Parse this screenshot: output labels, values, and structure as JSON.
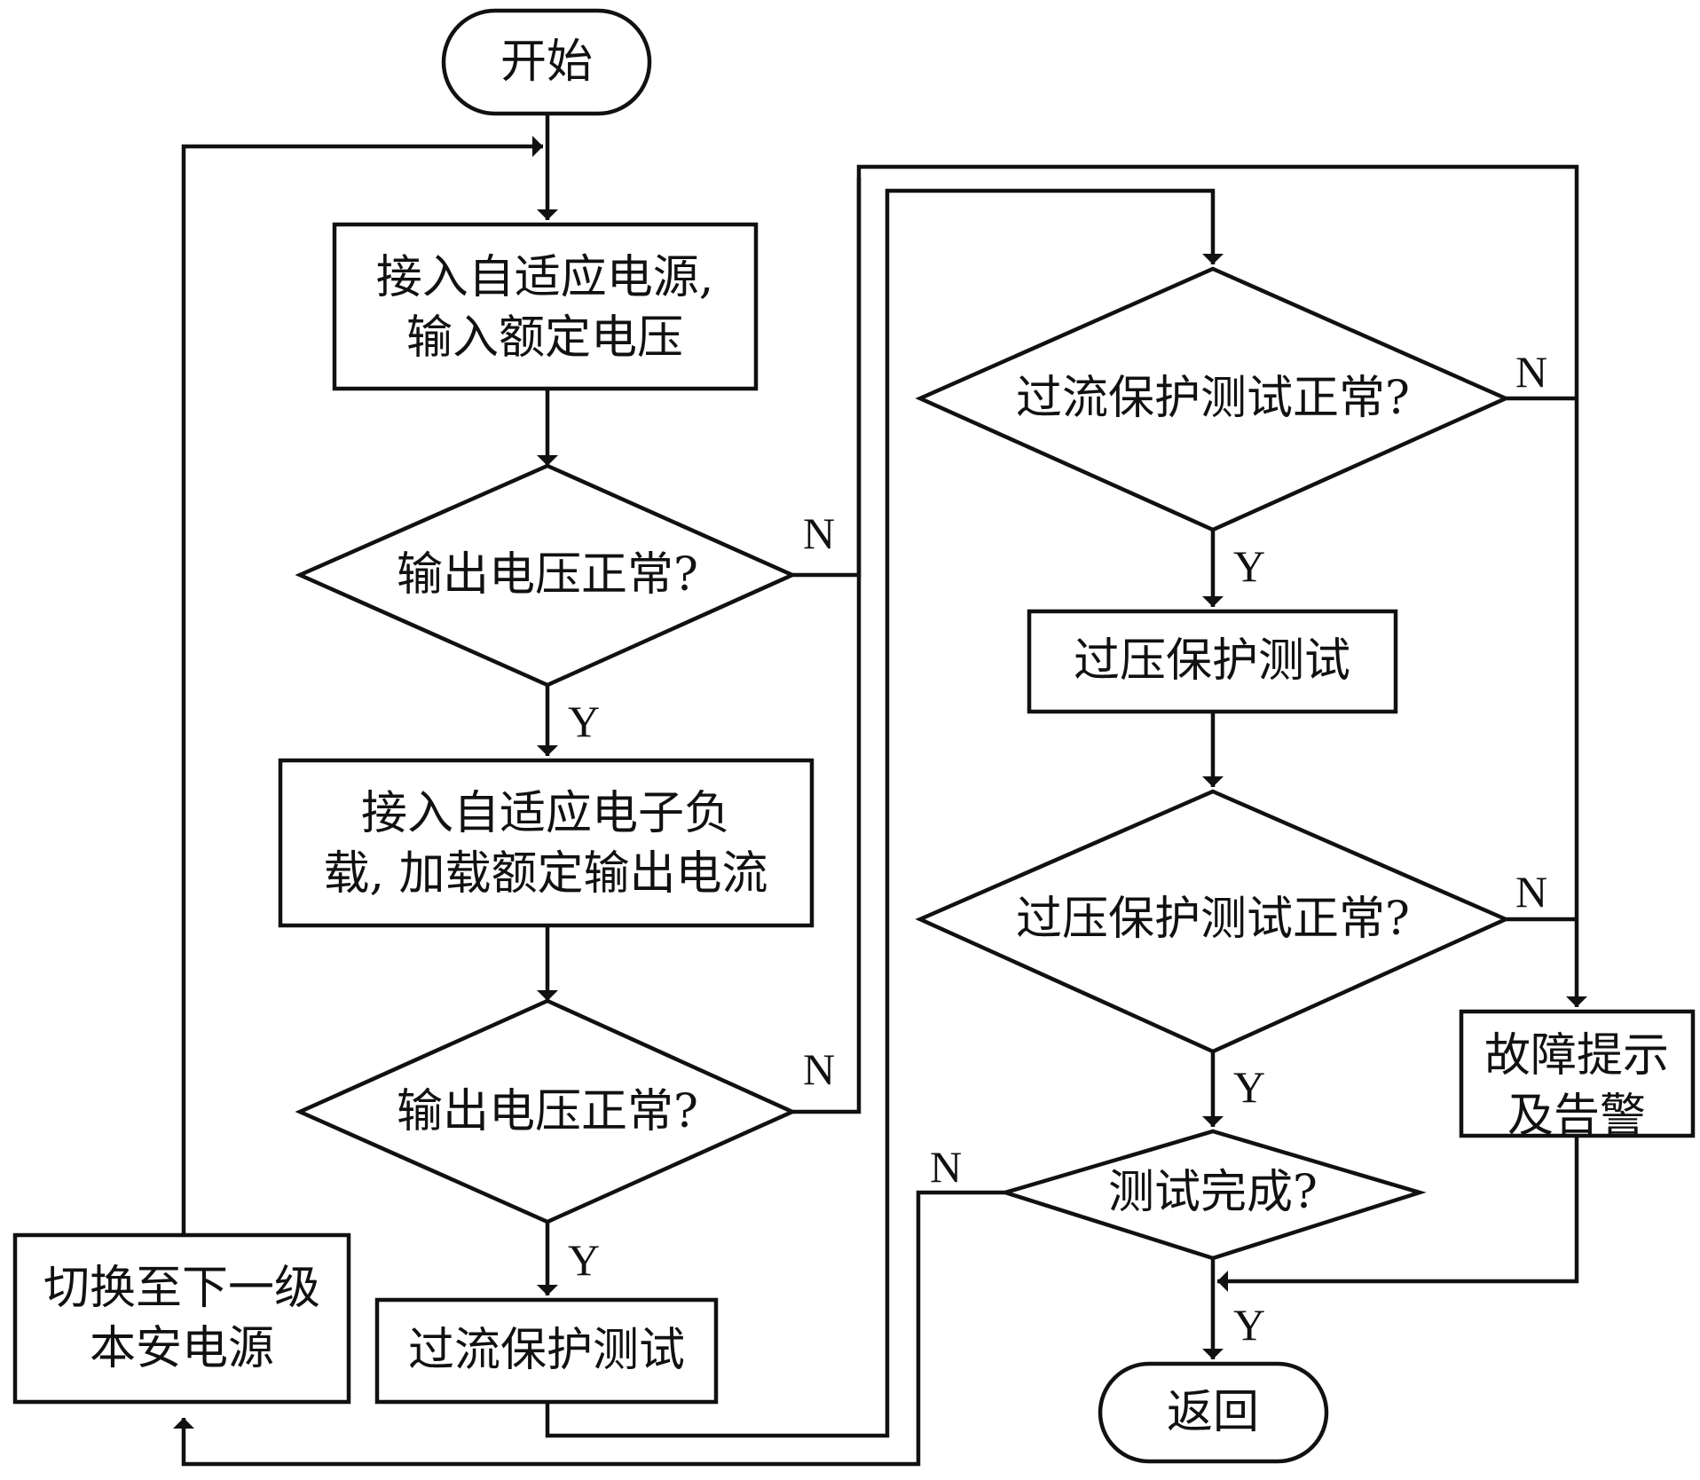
{
  "nodes": {
    "start": "开始",
    "connect_power_l1": "接入自适应电源,",
    "connect_power_l2": "输入额定电压",
    "check_voltage_1": "输出电压正常?",
    "connect_load_l1": "接入自适应电子负",
    "connect_load_l2": "载, 加载额定输出电流",
    "check_voltage_2": "输出电压正常?",
    "overcurrent_test": "过流保护测试",
    "check_overcurrent": "过流保护测试正常?",
    "overvoltage_test": "过压保护测试",
    "check_overvoltage": "过压保护测试正常?",
    "test_complete": "测试完成?",
    "return": "返回",
    "fault_alarm_l1": "故障提示",
    "fault_alarm_l2": "及告警",
    "switch_l1": "切换至下一级",
    "switch_l2": "本安电源"
  },
  "labels": {
    "yes": "Y",
    "no": "N"
  }
}
